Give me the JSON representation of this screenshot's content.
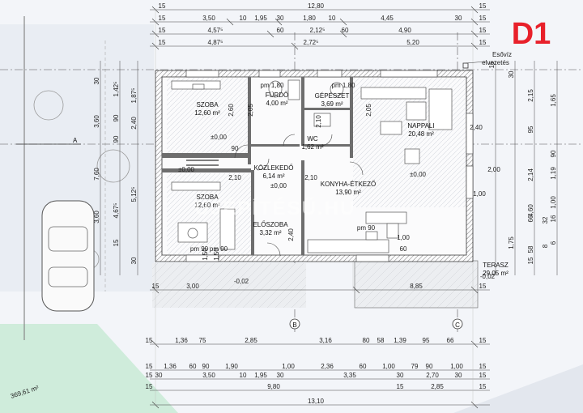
{
  "badge": {
    "label": "D1",
    "color": "#e8202a"
  },
  "watermark": "ÚJÉPÍTÉSŰ.HU",
  "annotations": {
    "downpipe": "Esővíz",
    "downpipe2": "elvezetés",
    "grid_a": "A",
    "grid_b": "B",
    "grid_c": "C",
    "plot_area": "369,61 m²"
  },
  "rooms": [
    {
      "name": "SZOBA",
      "area": "12,60 m²"
    },
    {
      "name": "FÜRDŐ",
      "area": "4,00 m²"
    },
    {
      "name": "GÉPÉSZET",
      "area": "3,69 m²"
    },
    {
      "name": "NAPPALI",
      "area": "20,48 m²"
    },
    {
      "name": "WC",
      "area": "1,62 m²"
    },
    {
      "name": "KÖZLEKEDŐ",
      "area": "6,14 m²"
    },
    {
      "name": "KONYHA-ÉTKEZŐ",
      "area": "13,90 m²"
    },
    {
      "name": "SZOBA",
      "area": "12,60 m²"
    },
    {
      "name": "ELŐSZOBA",
      "area": "3,32 m²"
    },
    {
      "name": "TERASZ",
      "area": "29,05 m²"
    }
  ],
  "levels": [
    "±0,00",
    "±0,00",
    "±0,00",
    "±0,00",
    "-0,02",
    "-0,02"
  ],
  "openings": [
    "pm 1,80",
    "pm 1,80",
    "pm 90",
    "pm 90",
    "pm 90"
  ],
  "dims_top": {
    "row1": [
      "15",
      "12,80",
      "15"
    ],
    "row2": [
      "15",
      "3,50",
      "10",
      "1,95",
      "30",
      "1,80",
      "10",
      "4,45",
      "30",
      "15"
    ],
    "row3": [
      "15",
      "4,57⁵",
      "60",
      "2,12⁵",
      "60",
      "4,90",
      "15"
    ],
    "row4": [
      "15",
      "4,87⁵",
      "2,72⁵",
      "5,20",
      "15"
    ]
  },
  "dims_bottom": {
    "row1": [
      "15",
      "3,00",
      "8,85",
      "15"
    ],
    "row2": [
      "15",
      "1,36",
      "75",
      "2,85",
      "3,16",
      "80",
      "58",
      "1,39",
      "95",
      "66",
      "15"
    ],
    "row3": [
      "15",
      "1,36",
      "60",
      "90",
      "1,90",
      "1,00",
      "2,36",
      "60",
      "1,00",
      "79",
      "90",
      "1,00",
      "15"
    ],
    "row4": [
      "15",
      "30",
      "3,50",
      "10",
      "1,95",
      "30",
      "3,35",
      "30",
      "2,70",
      "30",
      "15"
    ],
    "row5": [
      "15",
      "9,80",
      "15",
      "2,85",
      "15"
    ],
    "row6": [
      "13,10"
    ]
  },
  "dims_left": [
    "30",
    "1,42⁵",
    "1,87⁵",
    "3,60",
    "2,40",
    "90",
    "90",
    "7,60",
    "4,67⁵",
    "5,12⁵",
    "3,60",
    "15",
    "30"
  ],
  "dims_right": [
    "15",
    "30",
    "2,15",
    "1,65",
    "95",
    "2,14",
    "1,19",
    "90",
    "4,60",
    "1,00",
    "66",
    "16",
    "32",
    "1,75",
    "58",
    "8",
    "6",
    "15"
  ],
  "dims_inner": [
    "2,60",
    "2,05",
    "2,05",
    "2,10",
    "2,40",
    "2,10",
    "2,00",
    "1,00",
    "2,10",
    "1,50",
    "1,50",
    "2,40",
    "90",
    "60",
    "1,00"
  ]
}
